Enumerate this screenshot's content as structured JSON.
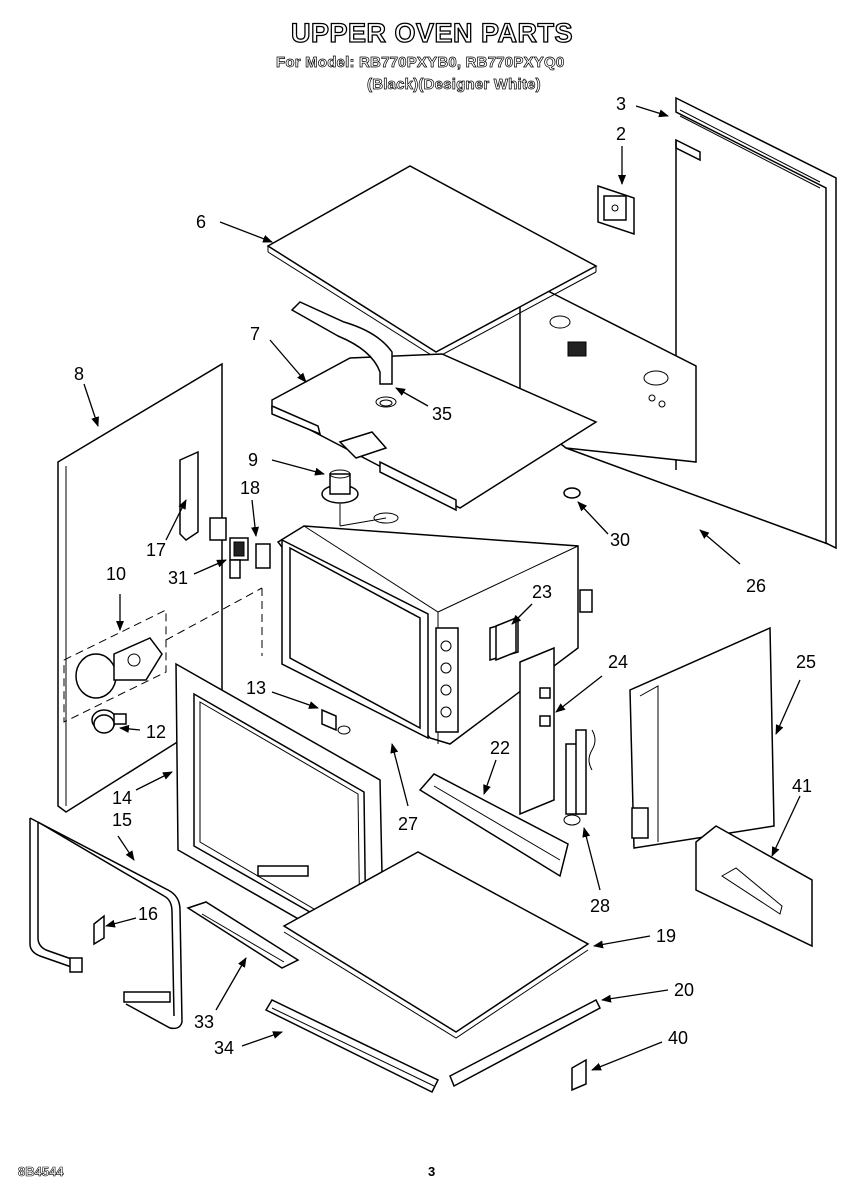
{
  "header": {
    "title": "UPPER OVEN PARTS",
    "model_line": "For Model: RB770PXYB0, RB770PXYQ0",
    "color_line": "(Black)(Designer White)"
  },
  "footer": {
    "doc_number": "8B4544",
    "page_number": "3"
  },
  "callouts": {
    "c2": "2",
    "c3": "3",
    "c6": "6",
    "c7": "7",
    "c8": "8",
    "c9": "9",
    "c10": "10",
    "c12": "12",
    "c13": "13",
    "c14": "14",
    "c15": "15",
    "c16": "16",
    "c17": "17",
    "c18": "18",
    "c19": "19",
    "c20": "20",
    "c22": "22",
    "c23": "23",
    "c24": "24",
    "c25": "25",
    "c26": "26",
    "c27": "27",
    "c28": "28",
    "c30": "30",
    "c31": "31",
    "c33": "33",
    "c34": "34",
    "c35": "35",
    "c40": "40",
    "c41": "41"
  }
}
